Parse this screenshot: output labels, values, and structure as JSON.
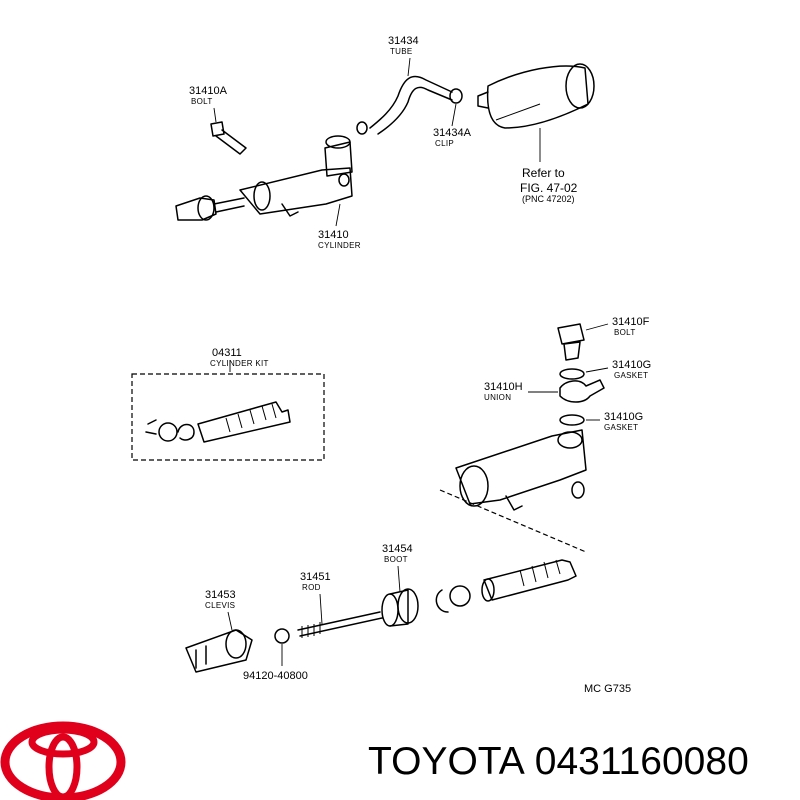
{
  "parts": [
    {
      "number": "31434",
      "name": "TUBE"
    },
    {
      "number": "31410A",
      "name": "BOLT"
    },
    {
      "number": "31434A",
      "name": "CLIP"
    },
    {
      "number": "31410",
      "name": "CYLINDER"
    },
    {
      "number": "04311",
      "name": "CYLINDER KIT"
    },
    {
      "number": "31410F",
      "name": "BOLT"
    },
    {
      "number": "31410G",
      "name": "GASKET"
    },
    {
      "number": "31410H",
      "name": "UNION"
    },
    {
      "number": "31410G",
      "name": "GASKET"
    },
    {
      "number": "31454",
      "name": "BOOT"
    },
    {
      "number": "31451",
      "name": "ROD"
    },
    {
      "number": "31453",
      "name": "CLEVIS"
    },
    {
      "number": "94120-40800",
      "name": ""
    }
  ],
  "reference": {
    "line1": "Refer to",
    "line2": "FIG. 47-02",
    "line3": "(PNC 47202)"
  },
  "figure_code": "MC  G735",
  "brand": {
    "name": "TOYOTA",
    "part_number": "0431160080",
    "logo_color": "#e1001c"
  }
}
